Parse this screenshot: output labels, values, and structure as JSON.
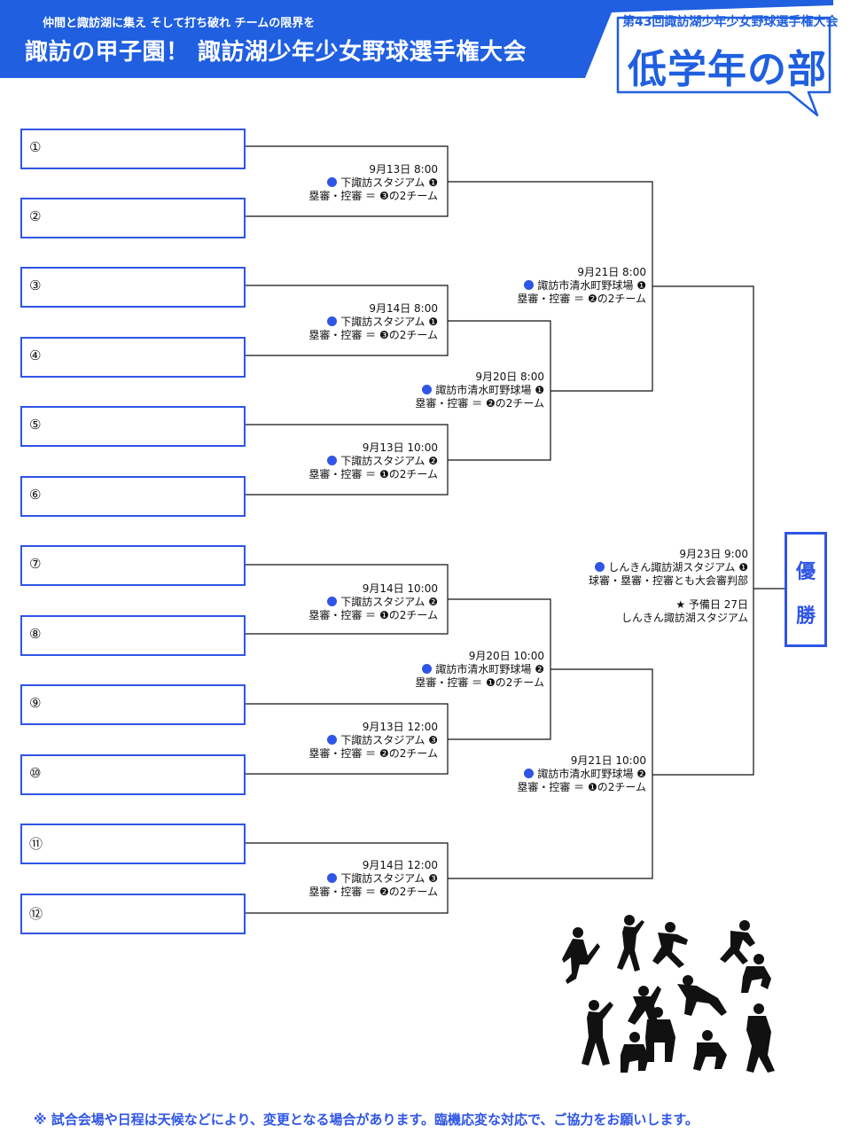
{
  "header": {
    "subtitle": "仲間と諏訪湖に集え そして打ち破れ チームの限界を",
    "title": "諏訪の甲子園！ 諏訪湖少年少女野球選手権大会",
    "edition": "第43回諏訪湖少年少女野球選手権大会",
    "division": "低学年の部"
  },
  "teams": [
    "①",
    "②",
    "③",
    "④",
    "⑤",
    "⑥",
    "⑦",
    "⑧",
    "⑨",
    "⑩",
    "⑪",
    "⑫"
  ],
  "matches": [
    {
      "date": "9月13日 8:00",
      "venue": "下諏訪スタジアム ❶",
      "umpires": "塁審・控審 ＝ ❸の2チーム"
    },
    {
      "date": "9月14日 8:00",
      "venue": "下諏訪スタジアム ❶",
      "umpires": "塁審・控審 ＝ ❸の2チーム"
    },
    {
      "date": "9月13日 10:00",
      "venue": "下諏訪スタジアム ❷",
      "umpires": "塁審・控審 ＝ ❶の2チーム"
    },
    {
      "date": "9月14日 10:00",
      "venue": "下諏訪スタジアム ❷",
      "umpires": "塁審・控審 ＝ ❶の2チーム"
    },
    {
      "date": "9月13日 12:00",
      "venue": "下諏訪スタジアム ❸",
      "umpires": "塁審・控審 ＝ ❷の2チーム"
    },
    {
      "date": "9月14日 12:00",
      "venue": "下諏訪スタジアム ❸",
      "umpires": "塁審・控審 ＝ ❷の2チーム"
    },
    {
      "date": "9月20日 8:00",
      "venue": "諏訪市清水町野球場 ❶",
      "umpires": "塁審・控審 ＝ ❷の2チーム"
    },
    {
      "date": "9月20日 10:00",
      "venue": "諏訪市清水町野球場 ❷",
      "umpires": "塁審・控審 ＝ ❶の2チーム"
    },
    {
      "date": "9月21日 8:00",
      "venue": "諏訪市清水町野球場 ❶",
      "umpires": "塁審・控審 ＝ ❷の2チーム"
    },
    {
      "date": "9月21日 10:00",
      "venue": "諏訪市清水町野球場 ❷",
      "umpires": "塁審・控審 ＝ ❶の2チーム"
    }
  ],
  "final": {
    "date": "9月23日 9:00",
    "venue": "しんきん諏訪湖スタジアム ❶",
    "umpires": "球審・塁審・控審とも大会審判部",
    "reserve_day": "★ 予備日 27日",
    "reserve_venue": "しんきん諏訪湖スタジアム"
  },
  "champion": {
    "char1": "優",
    "char2": "勝"
  },
  "notice": "※ 試合会場や日程は天候などにより、変更となる場合があります。臨機応変な対応で、ご協力をお願いします。",
  "colors": {
    "accent": "#1f5fe0",
    "box_border": "#2f55e6",
    "line": "#111111"
  }
}
